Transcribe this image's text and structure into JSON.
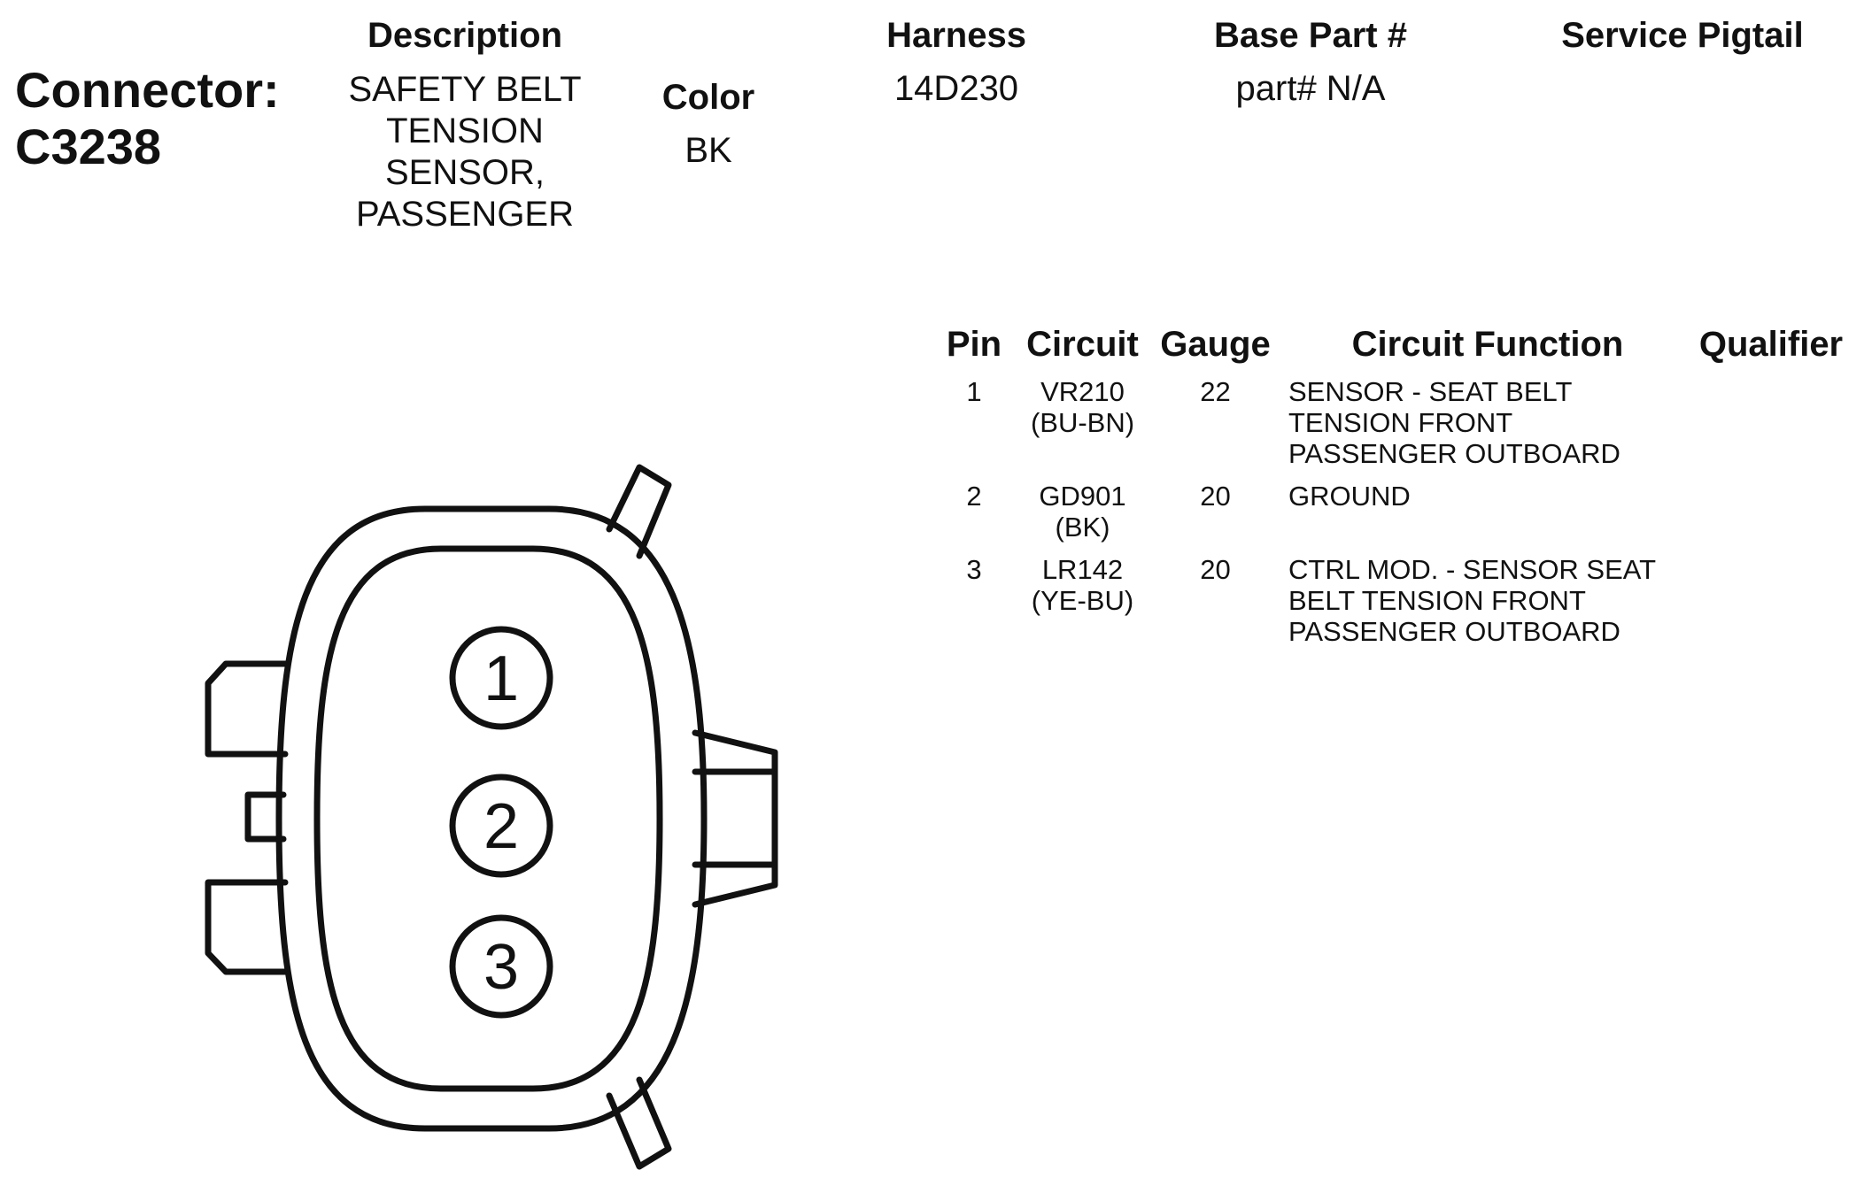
{
  "header": {
    "connector_label": "Connector:",
    "connector_id": "C3238",
    "description_heading": "Description",
    "description_lines": [
      "SAFETY BELT",
      "TENSION",
      "SENSOR,",
      "PASSENGER"
    ],
    "color_heading": "Color",
    "color_value": "BK",
    "harness_heading": "Harness",
    "harness_value": "14D230",
    "base_part_heading": "Base Part #",
    "base_part_value": "part# N/A",
    "service_pigtail_heading": "Service Pigtail"
  },
  "pin_table": {
    "columns": [
      "Pin",
      "Circuit",
      "Gauge",
      "Circuit Function",
      "Qualifier"
    ],
    "rows": [
      {
        "pin": "1",
        "circuit": [
          "VR210",
          "(BU-BN)"
        ],
        "gauge": "22",
        "function": [
          "SENSOR - SEAT BELT",
          "TENSION FRONT",
          "PASSENGER OUTBOARD"
        ]
      },
      {
        "pin": "2",
        "circuit": [
          "GD901",
          "(BK)"
        ],
        "gauge": "20",
        "function": [
          "GROUND"
        ]
      },
      {
        "pin": "3",
        "circuit": [
          "LR142",
          "(YE-BU)"
        ],
        "gauge": "20",
        "function": [
          "CTRL MOD. - SENSOR SEAT",
          "BELT TENSION FRONT",
          "PASSENGER OUTBOARD"
        ]
      }
    ]
  },
  "diagram": {
    "pin_labels": [
      "1",
      "2",
      "3"
    ]
  }
}
